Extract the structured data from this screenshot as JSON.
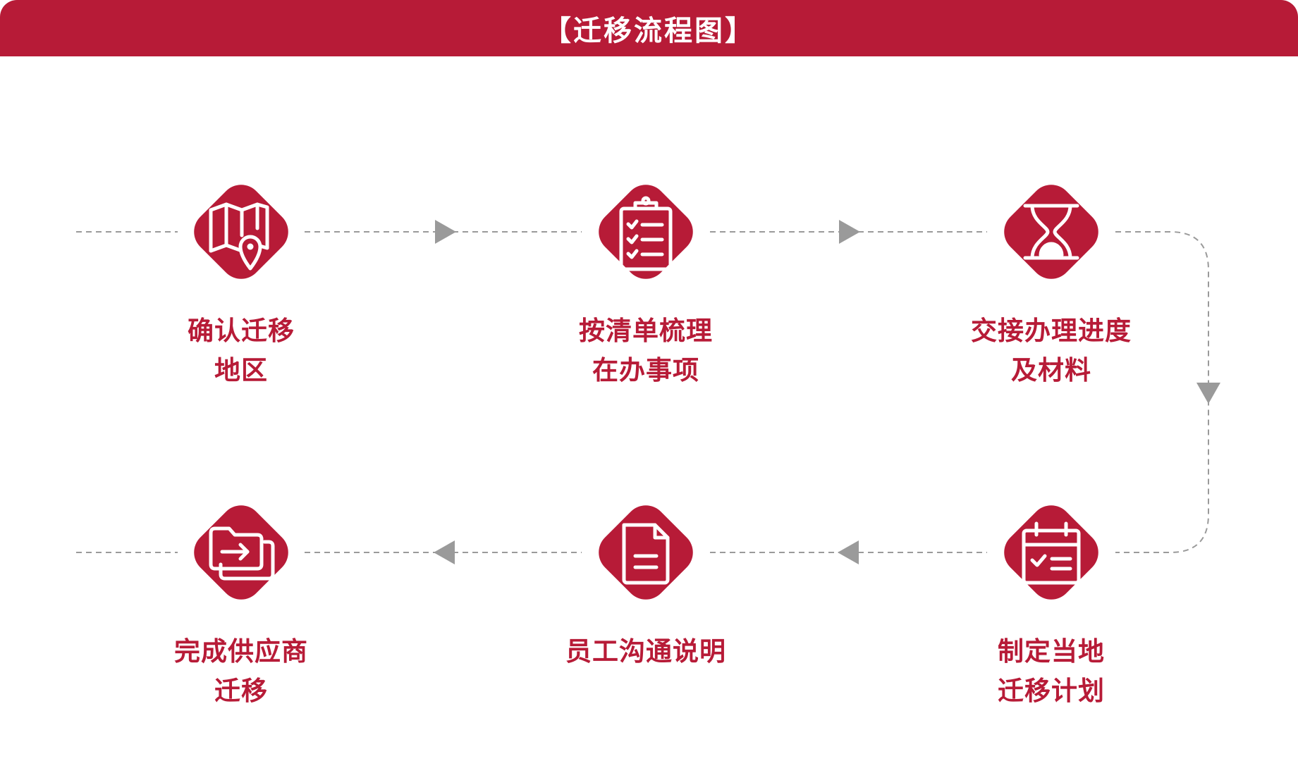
{
  "header": {
    "title": "【迁移流程图】"
  },
  "steps": [
    {
      "line1": "确认迁移",
      "line2": "地区",
      "icon": "map-pin-icon"
    },
    {
      "line1": "按清单梳理",
      "line2": "在办事项",
      "icon": "clipboard-checklist-icon"
    },
    {
      "line1": "交接办理进度",
      "line2": "及材料",
      "icon": "hourglass-icon"
    },
    {
      "line1": "制定当地",
      "line2": "迁移计划",
      "icon": "calendar-check-icon"
    },
    {
      "line1": "员工沟通说明",
      "line2": "",
      "icon": "document-icon"
    },
    {
      "line1": "完成供应商",
      "line2": "迁移",
      "icon": "folder-transfer-icon"
    }
  ],
  "colors": {
    "accent": "#b71b37",
    "connector": "#9a9a9a",
    "arrow": "#9a9a9a",
    "background": "#ffffff"
  }
}
